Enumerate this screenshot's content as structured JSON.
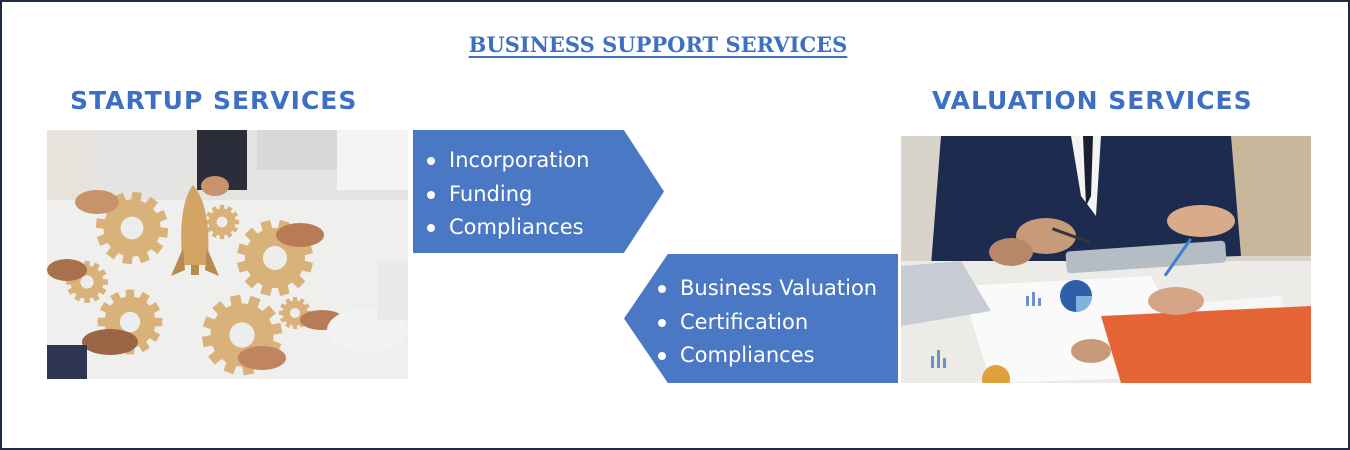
{
  "main_title": "BUSINESS SUPPORT SERVICES",
  "startup": {
    "title": "STARTUP SERVICES",
    "items": [
      "Incorporation",
      "Funding",
      "Compliances"
    ]
  },
  "valuation": {
    "title": "VALUATION SERVICES",
    "items": [
      "Business Valuation",
      "Certification",
      "Compliances"
    ]
  },
  "colors": {
    "accent": "#3d6fc2",
    "arrow_fill": "#4a78c4",
    "frame_border": "#1f2a44"
  }
}
